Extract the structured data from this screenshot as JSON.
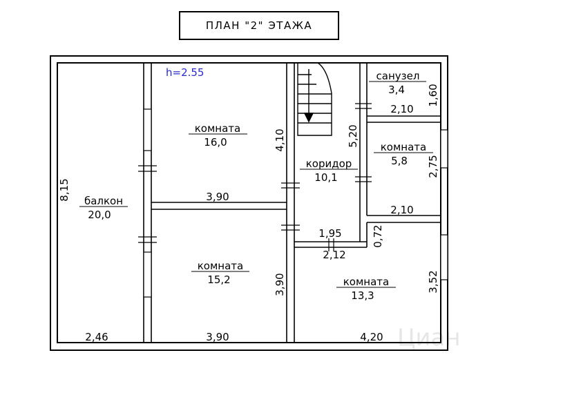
{
  "plan_title": "ПЛАН \"2\" ЭТАЖА",
  "ceiling_height": "h=2.55",
  "watermark": "Циан",
  "rooms": {
    "balcony": {
      "name": "балкон",
      "area": "20,0"
    },
    "room_upper_left": {
      "name": "комната",
      "area": "16,0"
    },
    "room_lower_left": {
      "name": "комната",
      "area": "15,2"
    },
    "corridor": {
      "name": "коридор",
      "area": "10,1"
    },
    "bathroom": {
      "name": "санузел",
      "area": "3,4"
    },
    "room_small": {
      "name": "комната",
      "area": "5,8"
    },
    "room_lower_right": {
      "name": "комната",
      "area": "13,3"
    }
  },
  "dimensions": {
    "balcony_length": "8,15",
    "balcony_width": "2,46",
    "room_upper_width": "3,90",
    "room_upper_depth": "4,10",
    "room_lower_width": "3,90",
    "room_lower_depth": "3,90",
    "corridor_depth": "5,20",
    "corridor_width": "1,95",
    "bath_width": "2,10",
    "bath_depth": "1,60",
    "small_room_width": "2,10",
    "small_room_depth": "2,75",
    "recess_width": "2,12",
    "recess_depth": "0,72",
    "right_room_depth": "3,52",
    "right_room_width": "4,20"
  }
}
